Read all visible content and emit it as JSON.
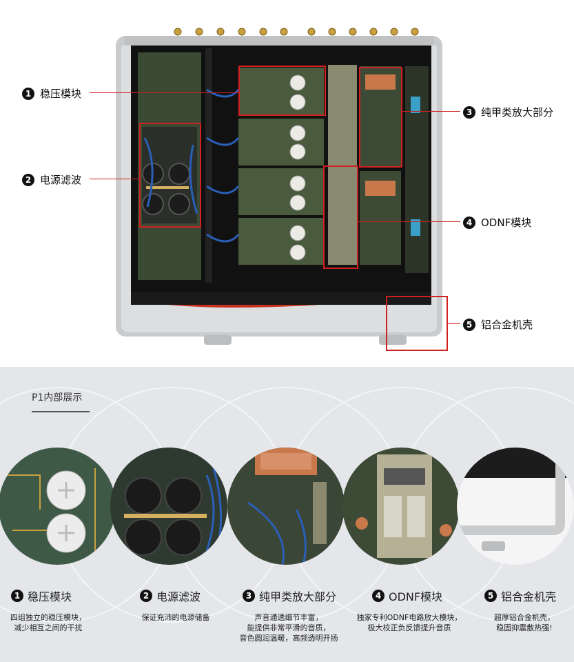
{
  "callouts": [
    {
      "num": "1",
      "label": "稳压模块"
    },
    {
      "num": "2",
      "label": "电源滤波"
    },
    {
      "num": "3",
      "label": "纯甲类放大部分"
    },
    {
      "num": "4",
      "label": "ODNF模块"
    },
    {
      "num": "5",
      "label": "铝合金机壳"
    }
  ],
  "section": {
    "title": "P1内部展示"
  },
  "features": [
    {
      "num": "1",
      "title": "稳压模块",
      "desc": "四组独立的稳压模块，\n减少相互之间的干扰"
    },
    {
      "num": "2",
      "title": "电源滤波",
      "desc": "保证充沛的电源储备"
    },
    {
      "num": "3",
      "title": "纯甲类放大部分",
      "desc": "声音通透细节丰富，\n能提供非常平滑的音质，\n音色圆润温暖，高频透明开扬"
    },
    {
      "num": "4",
      "title": "ODNF模块",
      "desc": "独家专利ODNF电路放大模块，\n极大校正负反馈提升音质"
    },
    {
      "num": "5",
      "title": "铝合金机壳",
      "desc": "超厚铝合金机壳，\n稳固抑震散热强!"
    }
  ],
  "colors": {
    "accent": "#d02020",
    "pcb": "#4a5a3c",
    "chassis": "#cfd1d3",
    "background": "#e4e6ea"
  }
}
